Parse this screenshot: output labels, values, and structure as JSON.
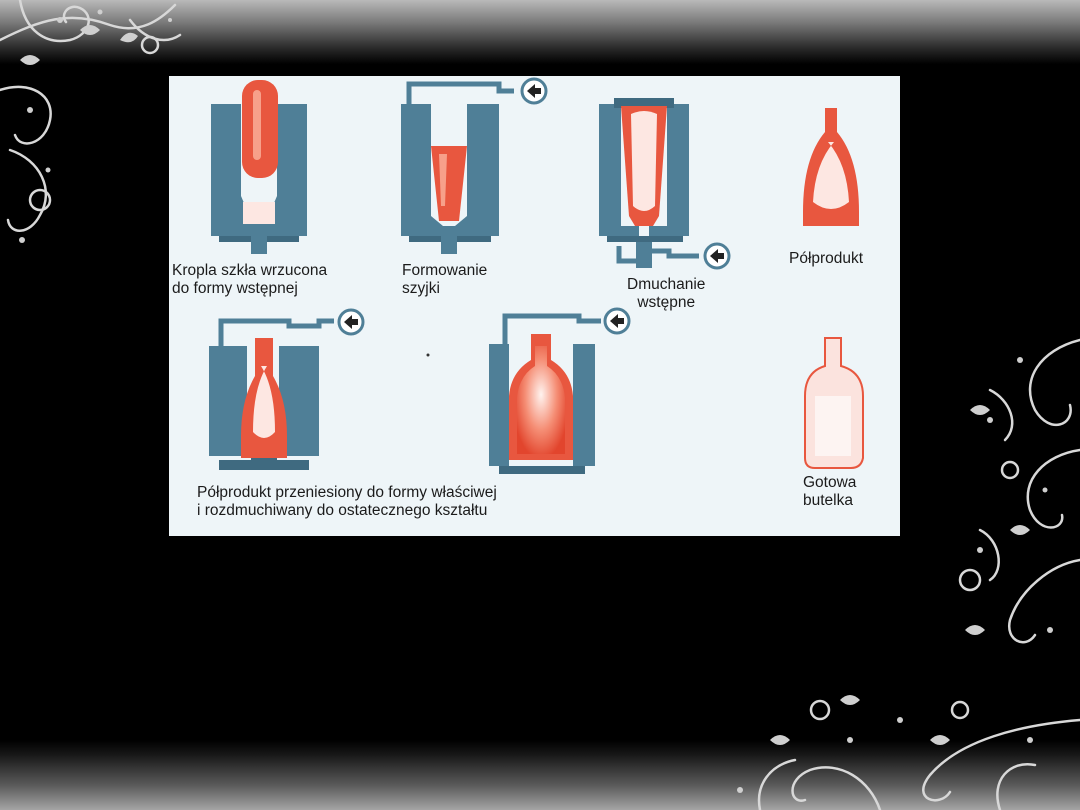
{
  "diagram": {
    "captions": {
      "drop": [
        "Kropla szkła wrzucona",
        "do formy wstępnej"
      ],
      "neck": [
        "Formowanie",
        "szyjki"
      ],
      "preblow": [
        "Dmuchanie",
        "wstępne"
      ],
      "semi": [
        "Półprodukt"
      ],
      "transfer": [
        "Półprodukt przeniesiony do formy właściwej",
        "i rozdmuchiwany do ostatecznego kształtu"
      ],
      "finished": [
        "Gotowa",
        "butelka"
      ]
    },
    "colors": {
      "mold": "#4f7f97",
      "glass": "#e8573f",
      "glass_light": "#fde7e2",
      "panel": "#eef5f8",
      "background": "#000000"
    }
  }
}
